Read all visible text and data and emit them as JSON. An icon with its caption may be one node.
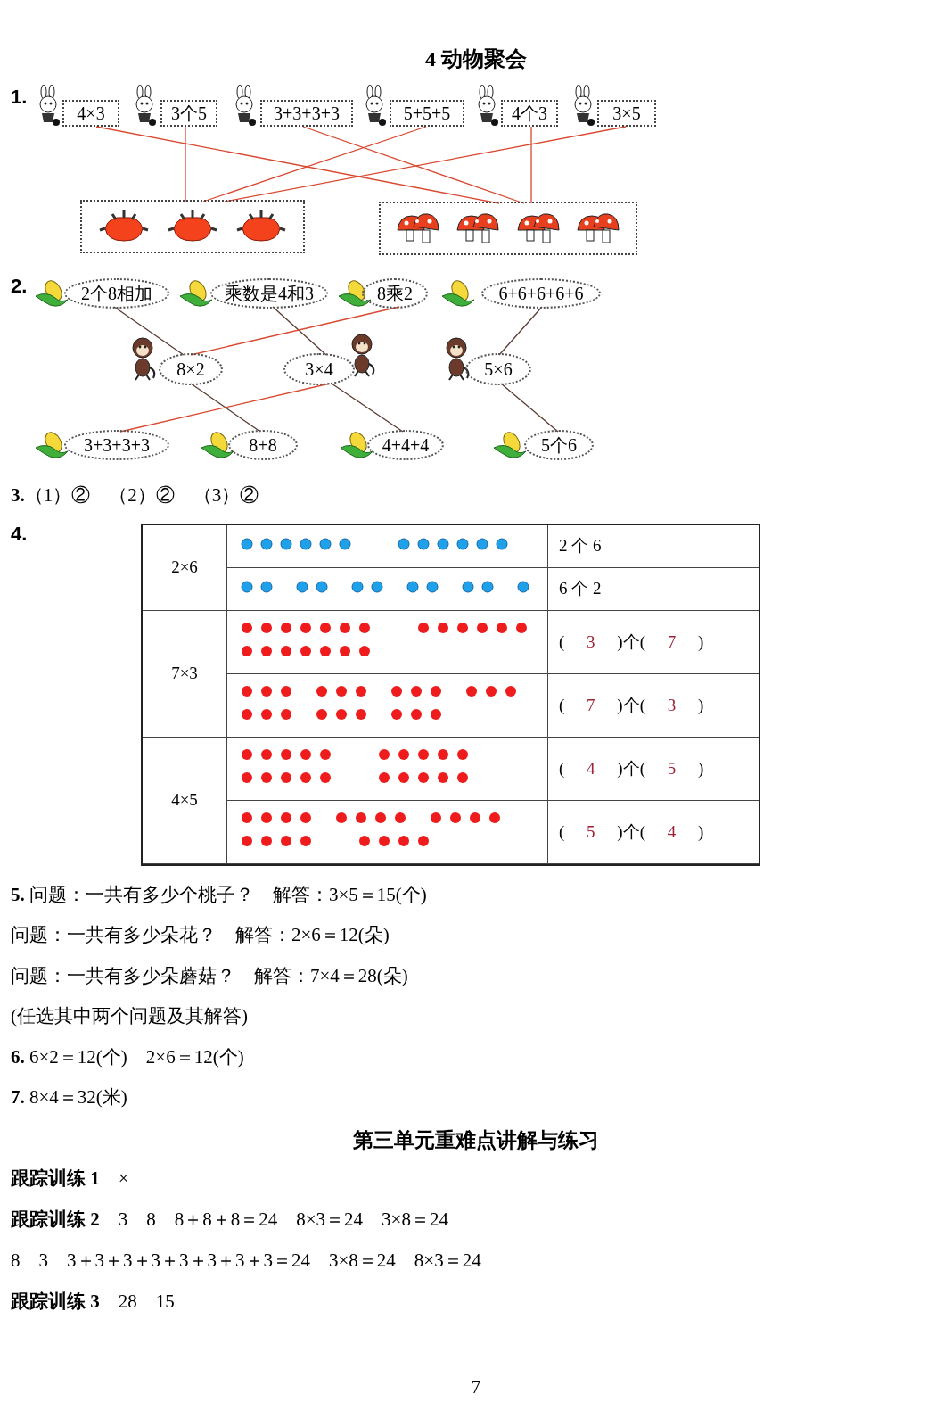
{
  "diagram": {
    "title": "4 动物聚会",
    "nodes": [
      {
        "text": [
          "4×3"
        ]
      },
      {
        "text": [
          "3个5"
        ]
      },
      {
        "text": [
          "3+3+3+3"
        ]
      },
      {
        "text": [
          "5+5+5"
        ]
      },
      {
        "text": [
          "4个3"
        ]
      },
      {
        "text": [
          "3×5"
        ]
      },
      {
        "text": [],
        "shape": "picture"
      },
      {
        "text": [],
        "shape": "picture"
      },
      {
        "text": [
          "2个8相加"
        ]
      },
      {
        "text": [
          "乘数是4和3"
        ]
      },
      {
        "text": [
          "8乘2"
        ]
      },
      {
        "text": [
          "6+6+6+6+6"
        ]
      },
      {
        "text": [
          "8×2"
        ]
      },
      {
        "text": [
          "3×4"
        ]
      },
      {
        "text": [
          "5×6"
        ]
      },
      {
        "text": [
          "3+3+3+3"
        ]
      },
      {
        "text": [
          "8+8"
        ]
      },
      {
        "text": [
          "4+4+4"
        ]
      },
      {
        "text": [
          "5个6"
        ]
      }
    ],
    "edges": [
      {
        "from": 0,
        "to": 7,
        "arrow": "none"
      },
      {
        "from": 1,
        "to": 6,
        "arrow": "none"
      },
      {
        "from": 2,
        "to": 7,
        "arrow": "none"
      },
      {
        "from": 3,
        "to": 6,
        "arrow": "none"
      },
      {
        "from": 4,
        "to": 7,
        "arrow": "none"
      },
      {
        "from": 5,
        "to": 6,
        "arrow": "none"
      },
      {
        "from": 8,
        "to": 12,
        "arrow": "none",
        "color": "#5a3a32"
      },
      {
        "from": 9,
        "to": 13,
        "arrow": "none",
        "color": "#5a3a32"
      },
      {
        "from": 10,
        "to": 12,
        "arrow": "none"
      },
      {
        "from": 11,
        "to": 14,
        "arrow": "none",
        "color": "#5a3a32"
      },
      {
        "from": 12,
        "to": 16,
        "arrow": "none",
        "color": "#5a3a32"
      },
      {
        "from": 13,
        "to": 15,
        "arrow": "none"
      },
      {
        "from": 13,
        "to": 17,
        "arrow": "none",
        "color": "#5a3a32"
      },
      {
        "from": 14,
        "to": 18,
        "arrow": "none",
        "color": "#5a3a32"
      }
    ],
    "labels": [
      "1.",
      "2.",
      "**3.**（1）②　（2）②　（3）②",
      "4.",
      "2×6",
      "2 个 6",
      "6 个 2",
      "7×3",
      "( 3 )个( 7 )",
      "( 7 )个( 3 )",
      "4×5",
      "( 4 )个( 5 )",
      "( 5 )个( 4 )",
      "**5.** 问题：一共有多少个桃子？　解答：3×5＝15(个)",
      "问题：一共有多少朵花？　解答：2×6＝12(朵)",
      "问题：一共有多少朵蘑菇？　解答：7×4＝28(朵)",
      "(任选其中两个问题及其解答)",
      "**6.** 6×2＝12(个)　2×6＝12(个)",
      "**7.** 8×4＝32(米)",
      "第三单元重难点讲解与练习",
      "**跟踪训练 1**　×",
      "**跟踪训练 2**　3　8　8＋8＋8＝24　8×3＝24　3×8＝24",
      "8　3　3＋3＋3＋3＋3＋3＋3＋3＝24　3×8＝24　8×3＝24",
      "**跟踪训练 3**　28　15",
      "7"
    ]
  }
}
